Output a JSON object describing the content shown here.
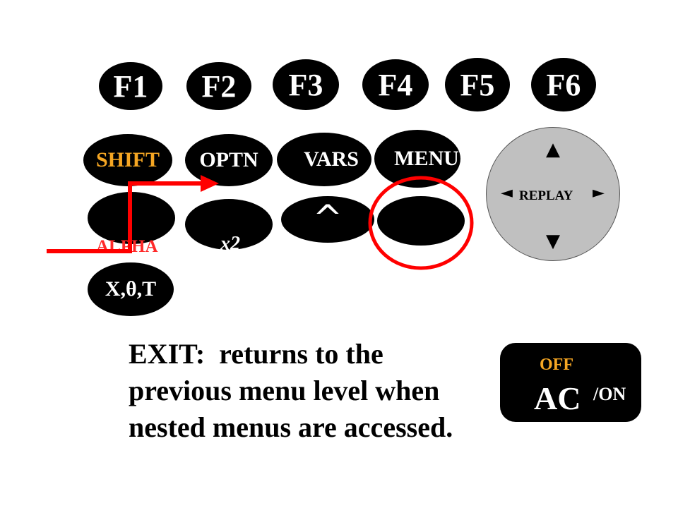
{
  "function_keys": [
    "F1",
    "F2",
    "F3",
    "F4",
    "F5",
    "F6"
  ],
  "row2_keys": {
    "shift": "SHIFT",
    "optn": "OPTN",
    "vars": "VARS",
    "menu": "MENU"
  },
  "row3_keys": {
    "alpha": "ALPHA",
    "x_squared": "x2",
    "power": "^"
  },
  "xthetat_key": "X,θ,T",
  "replay": {
    "label": "REPLAY",
    "up": "▲",
    "down": "▼",
    "left": "◄",
    "right": "►"
  },
  "description": {
    "line1": "EXIT:  returns to the",
    "line2": "previous menu level when",
    "line3": "nested menus are accessed."
  },
  "ac_key": {
    "off": "OFF",
    "ac": "AC",
    "on": "/ON"
  },
  "colors": {
    "key": "#000000",
    "shift_text": "#f5a623",
    "alpha_text": "#ff2a2a",
    "ac_off_text": "#f5a623",
    "highlight": "#ff0000",
    "replay_pad": "#c0c0c0"
  }
}
